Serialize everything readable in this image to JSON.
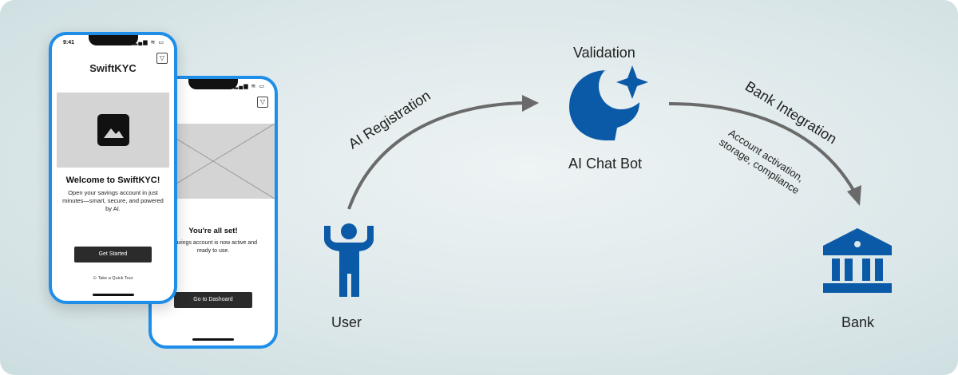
{
  "phones": {
    "front": {
      "time": "9:41",
      "brand": "SwiftKYC",
      "title": "Welcome to SwiftKYC!",
      "body": "Open your savings account in just minutes—smart, secure, and powered by AI.",
      "button": "Get Started",
      "tour": "Take a Quick Tour"
    },
    "back": {
      "title": "You're all set!",
      "body": "r savings account is now active and ready to use.",
      "button": "Go to Dashoard"
    }
  },
  "flow": {
    "user": "User",
    "validation": "Validation",
    "chatbot": "AI Chat Bot",
    "bank": "Bank",
    "ai_registration": "AI Registration",
    "bank_integration": "Bank Integration",
    "note_line1": "Account activation,",
    "note_line2": "storage, compliance"
  },
  "colors": {
    "phone_border": "#1e8ee8",
    "icon_blue": "#0a5aa8",
    "arrow": "#6a6a6a"
  }
}
